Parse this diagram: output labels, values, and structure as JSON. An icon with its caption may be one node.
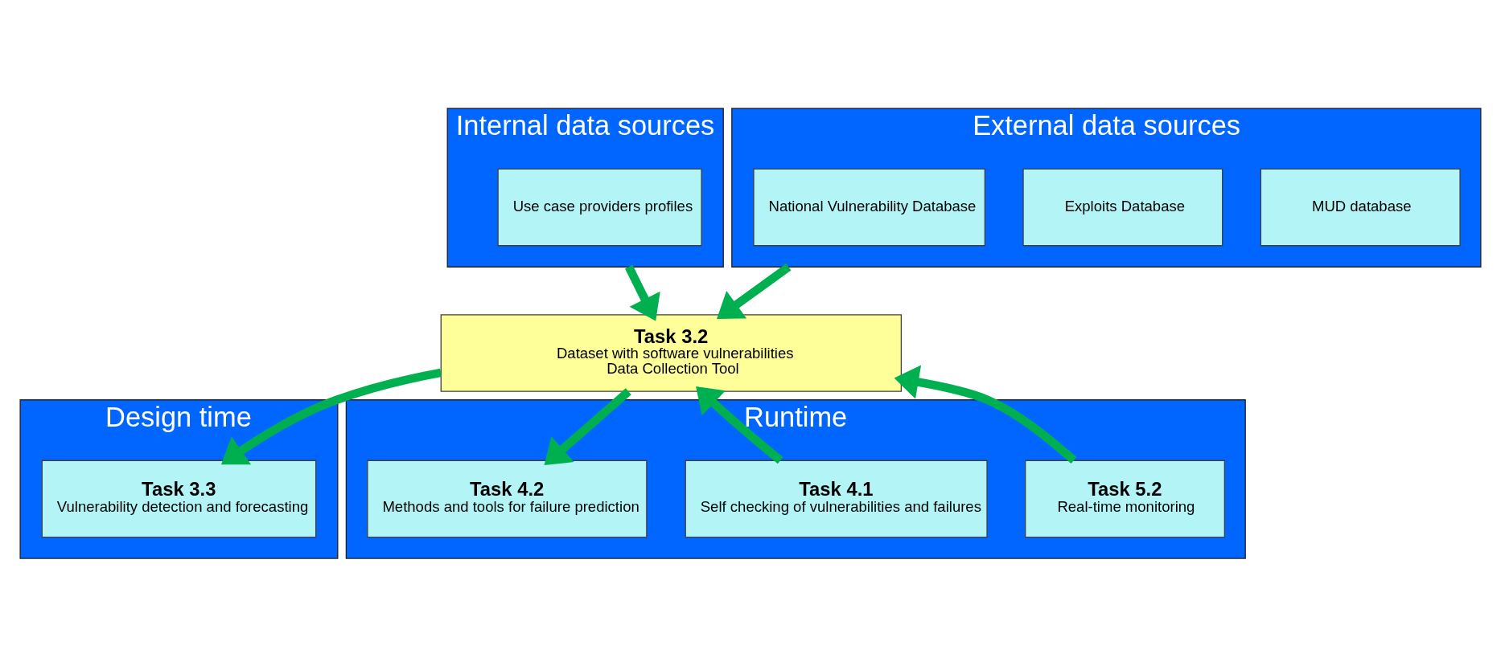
{
  "diagram": {
    "nodes": [
      {
        "text": [
          "Internal data sources"
        ]
      },
      {
        "text": [
          "Use case providers profiles"
        ],
        "in": 0
      },
      {
        "text": [
          "External data sources"
        ]
      },
      {
        "text": [
          "National Vulnerability Database"
        ],
        "in": 2
      },
      {
        "text": [
          "Exploits Database"
        ],
        "in": 2
      },
      {
        "text": [
          "MUD database"
        ],
        "in": 2
      },
      {
        "text": [
          "Task 3.2",
          "Dataset with software vulnerabilities",
          "Data Collection Tool"
        ]
      },
      {
        "text": [
          "Design time"
        ]
      },
      {
        "text": [
          "Task 3.3",
          "Vulnerability detection and forecasting"
        ],
        "in": 7
      },
      {
        "text": [
          "Runtime"
        ]
      },
      {
        "text": [
          "Task 4.2",
          "Methods and tools for failure prediction"
        ],
        "in": 9
      },
      {
        "text": [
          "Task 4.1",
          "Self checking of vulnerabilities and failures"
        ],
        "in": 9
      },
      {
        "text": [
          "Task 5.2",
          "Real-time monitoring"
        ],
        "in": 9
      }
    ],
    "edges": [
      {
        "from": 0,
        "to": 6,
        "arrow": "to"
      },
      {
        "from": 2,
        "to": 6,
        "arrow": "to"
      },
      {
        "from": 6,
        "to": 8,
        "arrow": "to"
      },
      {
        "from": 6,
        "to": 10,
        "arrow": "to"
      },
      {
        "from": 11,
        "to": 6,
        "arrow": "to"
      },
      {
        "from": 12,
        "to": 6,
        "arrow": "to"
      }
    ]
  }
}
